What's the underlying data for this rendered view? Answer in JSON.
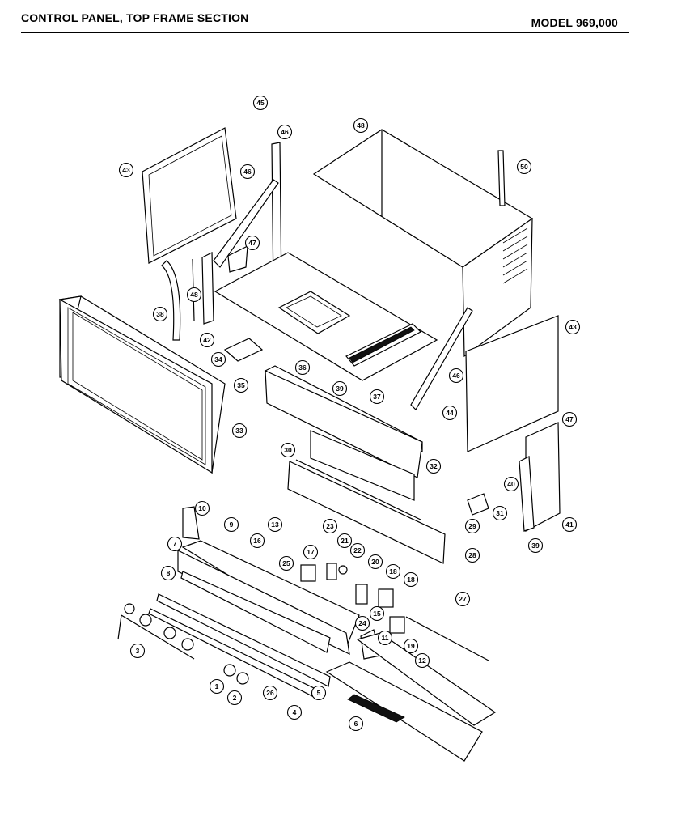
{
  "header": {
    "title": "CONTROL PANEL, TOP FRAME SECTION",
    "model": "MODEL 969,000"
  },
  "callouts": [
    "45",
    "46",
    "43",
    "46",
    "48",
    "50",
    "47",
    "48",
    "38",
    "42",
    "34",
    "36",
    "35",
    "39",
    "37",
    "46",
    "43",
    "44",
    "33",
    "47",
    "30",
    "32",
    "40",
    "31",
    "29",
    "41",
    "39",
    "10",
    "9",
    "13",
    "16",
    "23",
    "21",
    "22",
    "28",
    "7",
    "17",
    "20",
    "18",
    "8",
    "25",
    "15",
    "27",
    "24",
    "18",
    "19",
    "11",
    "3",
    "12",
    "1",
    "2",
    "26",
    "4",
    "5",
    "6"
  ]
}
